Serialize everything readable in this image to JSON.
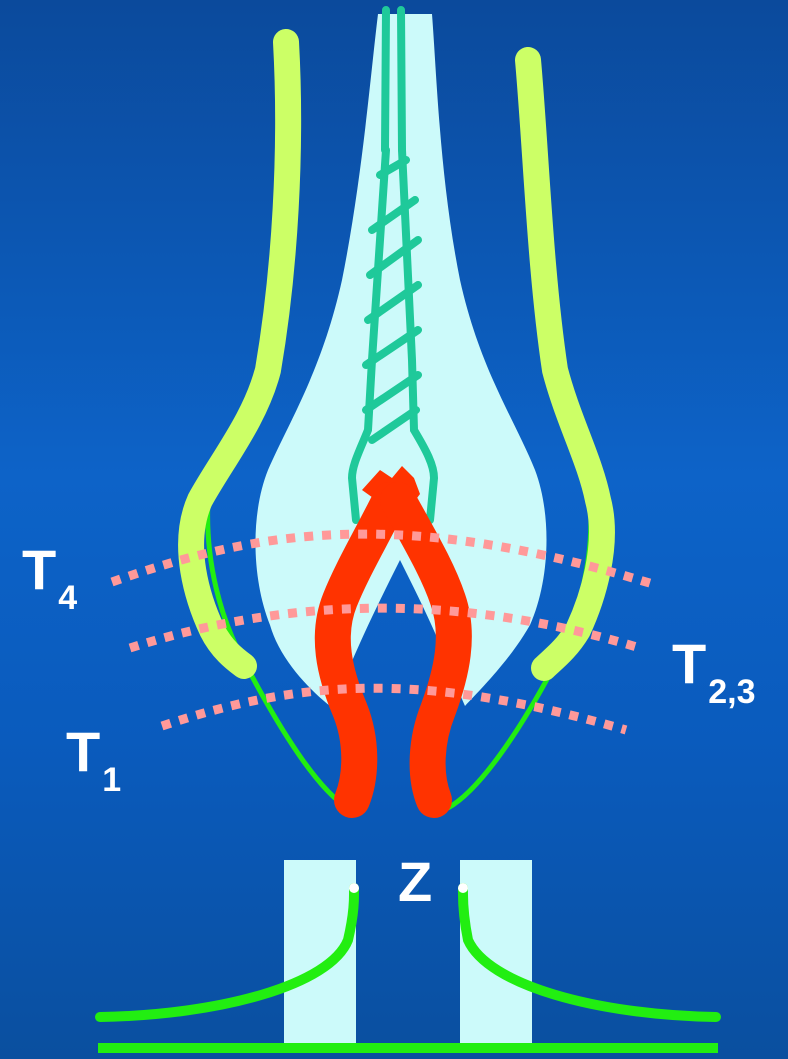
{
  "labels": {
    "t4": {
      "main": "T",
      "sub": "4"
    },
    "t23": {
      "main": "T",
      "sub": "2,3"
    },
    "t1": {
      "main": "T",
      "sub": "1"
    },
    "z": {
      "main": "Z"
    }
  },
  "colors": {
    "background": "#0d63c8",
    "pale_body": "#ccfafa",
    "yellow_green_strands": "#ccff66",
    "teal_braid": "#1fc99a",
    "red_branches": "#ff3300",
    "green_lines": "#22ee11",
    "dotted_pink": "#ff9999"
  }
}
